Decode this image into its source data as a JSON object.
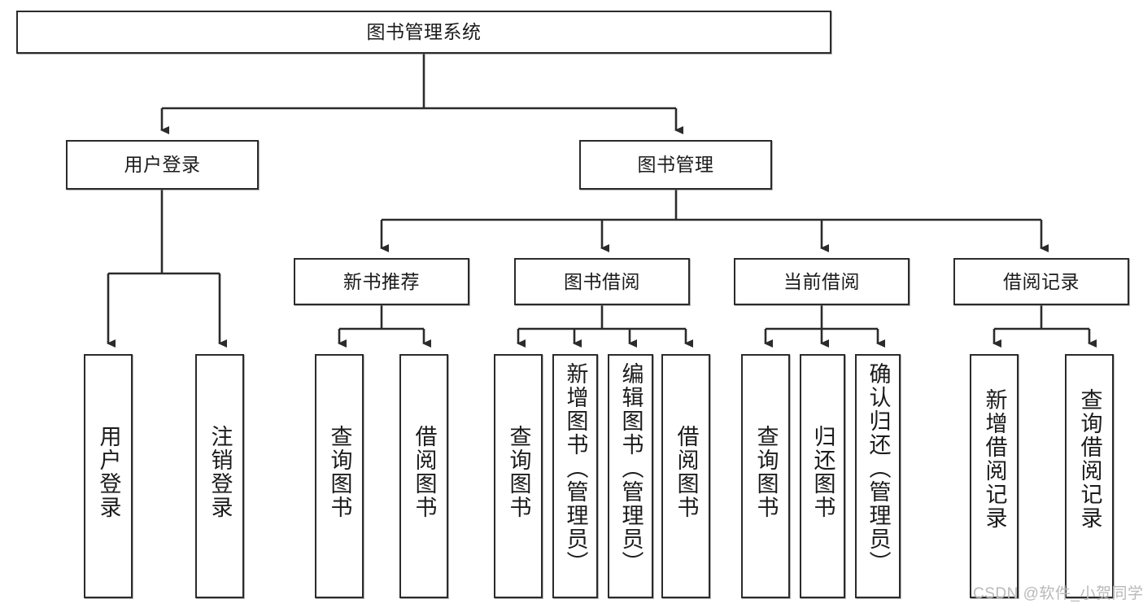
{
  "diagram": {
    "title": "图书管理系统",
    "type": "tree-hierarchy",
    "watermark": "CSDN @软件_小贺同学",
    "colors": {
      "box_border": "#2b2b2b",
      "box_fill": "#ffffff",
      "connector": "#2b2b2b",
      "text": "#1b1b1b",
      "watermark": "#b9b9b9"
    },
    "nodes": {
      "root": {
        "label": "图书管理系统"
      },
      "level1": [
        {
          "label": "用户登录"
        },
        {
          "label": "图书管理"
        }
      ],
      "level2": [
        {
          "label": "新书推荐"
        },
        {
          "label": "图书借阅"
        },
        {
          "label": "当前借阅"
        },
        {
          "label": "借阅记录"
        }
      ],
      "leaves": {
        "user_login": [
          {
            "label": "用户登录"
          },
          {
            "label": "注销登录"
          }
        ],
        "new_book_recommend": [
          {
            "label": "查询图书"
          },
          {
            "label": "借阅图书"
          }
        ],
        "book_borrow": [
          {
            "label": "查询图书"
          },
          {
            "label": "新增图书（管理员）"
          },
          {
            "label": "编辑图书（管理员）"
          },
          {
            "label": "借阅图书"
          }
        ],
        "current_borrow": [
          {
            "label": "查询图书"
          },
          {
            "label": "归还图书"
          },
          {
            "label": "确认归还（管理员）"
          }
        ],
        "borrow_record": [
          {
            "label": "新增借阅记录"
          },
          {
            "label": "查询借阅记录"
          }
        ]
      }
    }
  }
}
